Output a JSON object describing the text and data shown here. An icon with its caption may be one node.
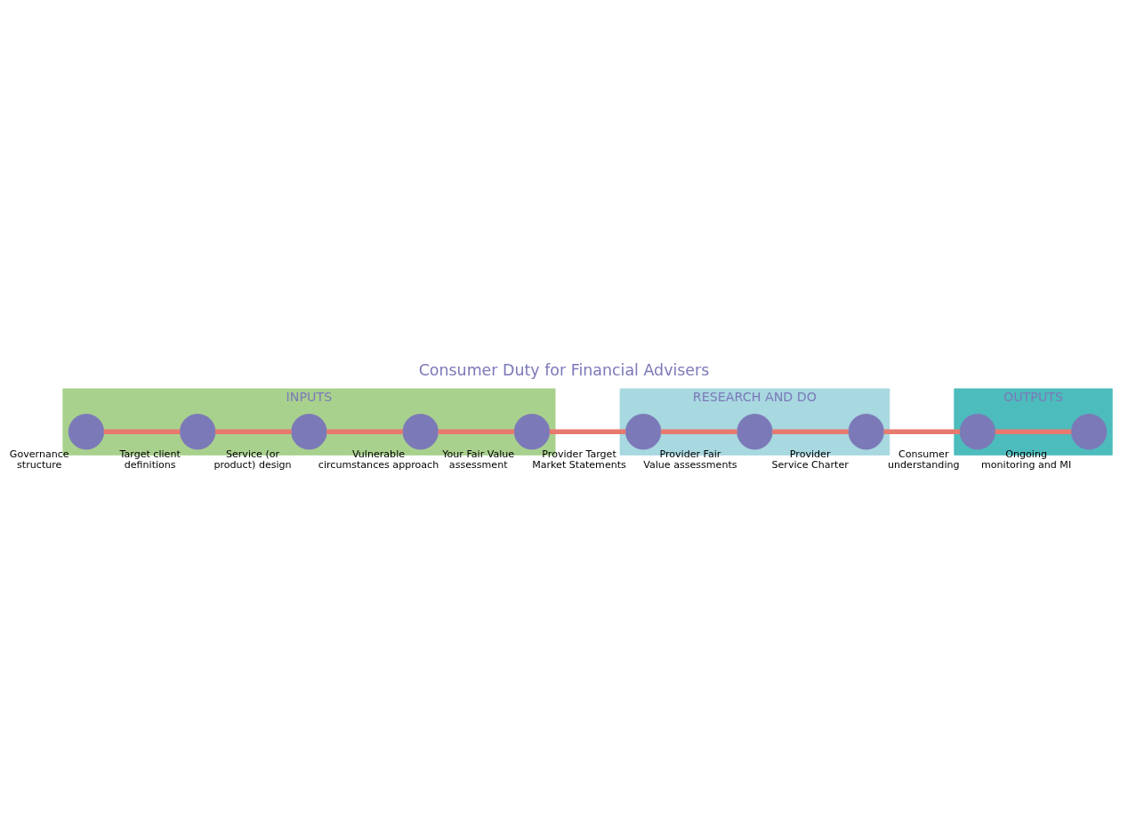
{
  "diagram": {
    "title": "Consumer Duty for Financial Advisers",
    "nodes": [
      {
        "text": [
          "INPUTS"
        ]
      },
      {
        "text": [],
        "shape": "circle",
        "in": 0,
        "beside": [
          "Governance structure"
        ]
      },
      {
        "text": [],
        "shape": "circle",
        "in": 0,
        "beside": [
          "Target client definitions"
        ]
      },
      {
        "text": [],
        "shape": "circle",
        "in": 0,
        "beside": [
          "Service (or product) design"
        ]
      },
      {
        "text": [],
        "shape": "circle",
        "in": 0,
        "beside": [
          "Vulnerable circumstances approach"
        ]
      },
      {
        "text": [],
        "shape": "circle",
        "in": 0,
        "beside": [
          "Your Fair Value assessment"
        ]
      },
      {
        "text": [
          "RESEARCH AND DO"
        ]
      },
      {
        "text": [],
        "shape": "circle",
        "in": 6,
        "beside": [
          "Provider Target Market Statements"
        ]
      },
      {
        "text": [],
        "shape": "circle",
        "in": 6,
        "beside": [
          "Provider Fair Value assessments"
        ]
      },
      {
        "text": [],
        "shape": "circle",
        "in": 6,
        "beside": [
          "Provider Service Charter"
        ]
      },
      {
        "text": [
          "OUTPUTS"
        ]
      },
      {
        "text": [],
        "shape": "circle",
        "in": 10,
        "beside": [
          "Consumer understanding"
        ]
      },
      {
        "text": [],
        "shape": "circle",
        "in": 10,
        "beside": [
          "Ongoing monitoring and MI"
        ]
      }
    ],
    "edges": [
      {
        "from": 1,
        "to": 2,
        "arrow": "none"
      },
      {
        "from": 2,
        "to": 3,
        "arrow": "none"
      },
      {
        "from": 3,
        "to": 4,
        "arrow": "none"
      },
      {
        "from": 4,
        "to": 5,
        "arrow": "none"
      },
      {
        "from": 5,
        "to": 7,
        "arrow": "none"
      },
      {
        "from": 7,
        "to": 8,
        "arrow": "none"
      },
      {
        "from": 8,
        "to": 9,
        "arrow": "none"
      },
      {
        "from": 9,
        "to": 11,
        "arrow": "none"
      },
      {
        "from": 11,
        "to": 12,
        "arrow": "none"
      }
    ]
  }
}
